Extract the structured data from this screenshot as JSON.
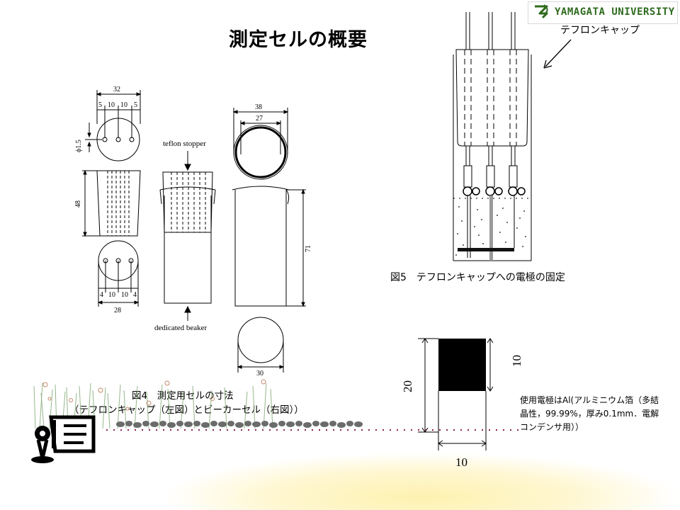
{
  "slide": {
    "title": "測定セルの概要"
  },
  "logo": {
    "text": "YAMAGATA UNIVERSITY",
    "color": "#2f6b1e"
  },
  "figure4": {
    "caption_line1": "図4　測定用セルの寸法",
    "caption_line2": "（テフロンキャップ（左図）とビーカーセル（右図））",
    "labels": {
      "teflon_stopper": "teflon stopper",
      "dedicated_beaker": "dedicated beaker"
    },
    "dimensions": {
      "cap_top_width": "32",
      "cap_top_pitch": [
        "5",
        "10",
        "10",
        "5"
      ],
      "hole_diameter": "ϕ1.5",
      "cap_height": "48",
      "cap_bottom_pitch": [
        "4",
        "10",
        "10",
        "4"
      ],
      "cap_bottom_width": "28",
      "beaker_outer": "38",
      "beaker_inner": "27",
      "beaker_height": "71",
      "beaker_bottom": "30"
    }
  },
  "figure5": {
    "caption": "図5　テフロンキャップへの電極の固定",
    "callout": "テフロンキャップ"
  },
  "electrode": {
    "dim_height": "10",
    "dim_total": "20",
    "dim_width": "10",
    "note": "使用電極はAl(アルミニウム箔（多結晶性，99.99%，厚み0.1mm．電解コンデンサ用））"
  },
  "colors": {
    "pebble": "#6b6b6b",
    "dotted_line": "#8b2252",
    "glow": "#fdf2b0"
  }
}
